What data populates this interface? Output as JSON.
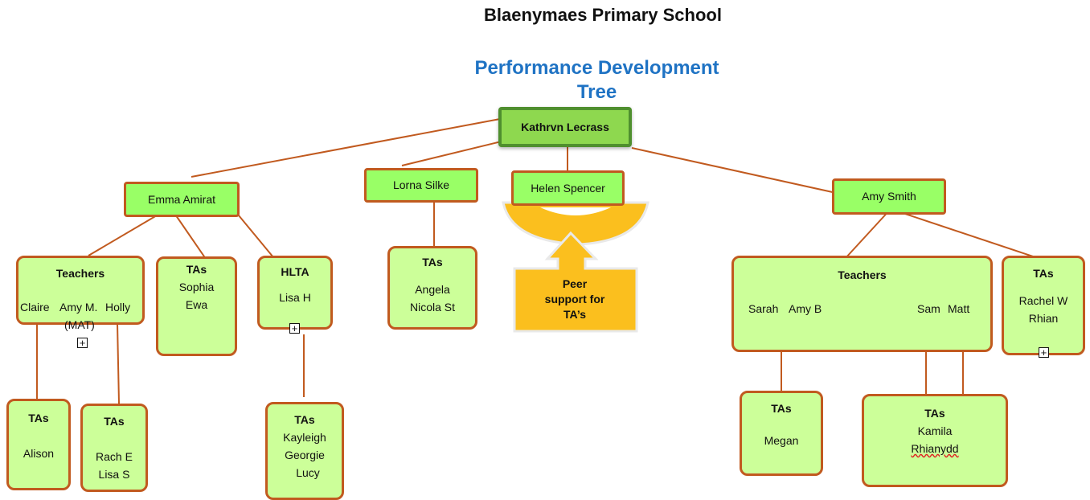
{
  "header": {
    "school": "Blaenymaes Primary School",
    "title_line1": "Performance Development",
    "title_line2": "Tree"
  },
  "head_node": {
    "name": "Kathrvn Lecrass"
  },
  "leaders": [
    {
      "name": "Emma Amirat"
    },
    {
      "name": "Lorna Silke"
    },
    {
      "name": "Helen Spencer"
    },
    {
      "name": "Amy Smith"
    }
  ],
  "emma_group": {
    "teachers": {
      "title": "Teachers",
      "members": [
        "Claire",
        "Amy M.",
        "Holly"
      ],
      "sub": "(MAT)"
    },
    "tas": {
      "title": "TAs",
      "members": [
        "Sophia",
        "Ewa"
      ]
    },
    "hlta": {
      "title": "HLTA",
      "members": [
        "Lisa H"
      ]
    },
    "tas_claire": {
      "title": "TAs",
      "members": [
        "Alison"
      ]
    },
    "tas_holly": {
      "title": "TAs",
      "members": [
        "Rach E",
        "Lisa S"
      ]
    },
    "tas_hlta": {
      "title": "TAs",
      "members": [
        "Kayleigh",
        "Georgie",
        "Lucy"
      ]
    }
  },
  "lorna_group": {
    "tas": {
      "title": "TAs",
      "members": [
        "Angela",
        "Nicola St"
      ]
    }
  },
  "helen_group": {
    "peer_support": {
      "line1": "Peer",
      "line2": "support for",
      "line3": "TA’s"
    }
  },
  "amy_group": {
    "teachers": {
      "title": "Teachers",
      "members": [
        "Sarah",
        "Amy B",
        "Sam",
        "Matt"
      ]
    },
    "tas": {
      "title": "TAs",
      "members": [
        "Rachel W",
        "Rhian"
      ]
    },
    "tas_sarah": {
      "title": "TAs",
      "members": [
        "Megan"
      ]
    },
    "tas_sam_matt": {
      "title": "TAs",
      "members": [
        "Kamila",
        "Rhianydd"
      ]
    }
  },
  "icons": {
    "expand": "plus-box-icon",
    "peer": "funnel-arrow-icon"
  },
  "colors": {
    "connector": "#c15a1f",
    "node_fill": "#ccff99",
    "leader_fill": "#99ff66",
    "head_fill": "#8ed84f",
    "title_blue": "#1f73c4",
    "peer_fill": "#fbbf1e"
  }
}
